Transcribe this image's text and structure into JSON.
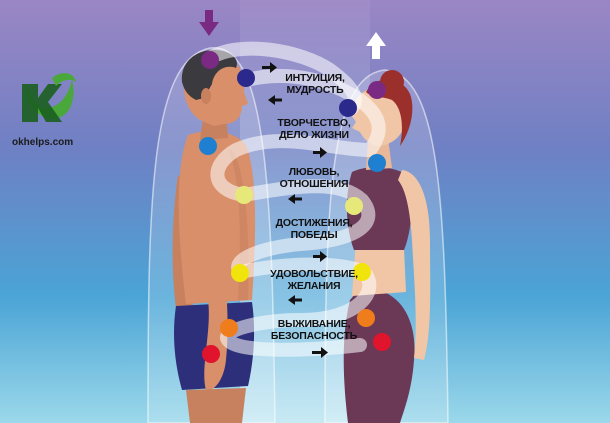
{
  "brand": {
    "site": "okhelps.com",
    "logo_icon": "ok-leaf-logo",
    "logo_color": "#4aa83a",
    "logo_accent": "#1b5e20"
  },
  "energy_labels": [
    "ИНТУИЦИЯ,\nМУДРОСТЬ",
    "ТВОРЧЕСТВО,\nДЕЛО ЖИЗНИ",
    "ЛЮБОВЬ,\nОТНОШЕНИЯ",
    "ДОСТИЖЕНИЯ,\nПОБЕДЫ",
    "УДОВОЛЬСТВИЕ,\nЖЕЛАНИЯ",
    "ВЫЖИВАНИЕ,\nБЕЗОПАСНОСТЬ"
  ],
  "arrows": {
    "top_left": "down-arrow-icon",
    "top_right": "up-arrow-icon",
    "top_left_color": "#7b2a83",
    "top_right_color": "#ffffff"
  },
  "chakra_colors": {
    "crown": "#7b2a83",
    "third_eye": "#2b2a8c",
    "throat": "#1f7fd0",
    "heart": "#e6e97a",
    "solar_plexus": "#f1e40c",
    "sacral": "#f07d1b",
    "root": "#e0142c"
  },
  "background": {
    "top": "#8e7fbf",
    "middle": "#4f86c8",
    "bottom": "#8fd3e8"
  }
}
